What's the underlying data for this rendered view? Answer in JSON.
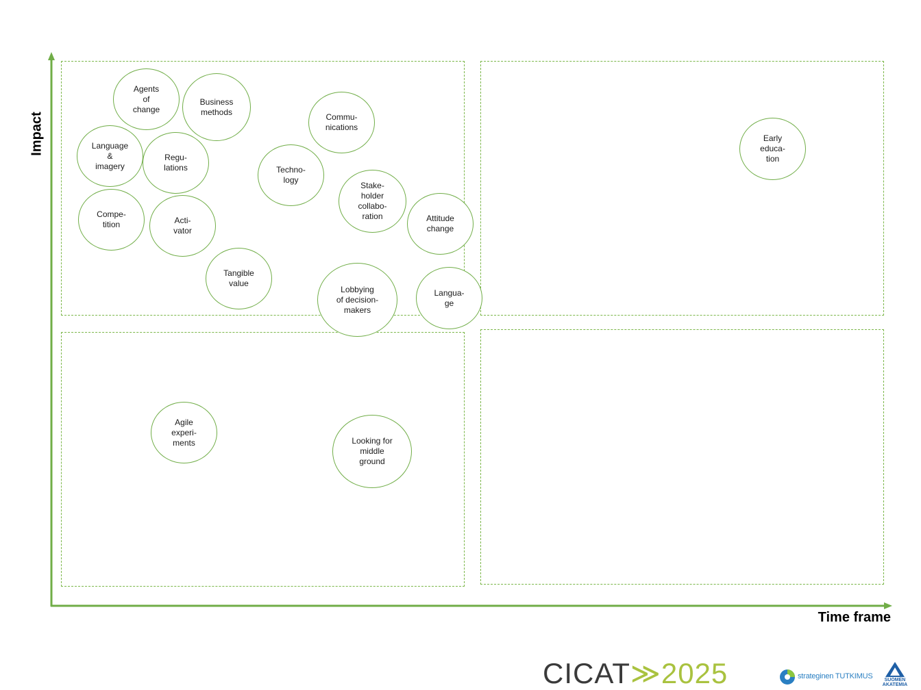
{
  "axes": {
    "y_label": "Impact",
    "x_label": "Time frame",
    "color": "#70ad47"
  },
  "bubbles": [
    {
      "name": "agents-of-change",
      "label": "Agents\nof\nchange"
    },
    {
      "name": "business-methods",
      "label": "Business\nmethods"
    },
    {
      "name": "communications",
      "label": "Commu-\nnications"
    },
    {
      "name": "language-imagery",
      "label": "Language\n&\nimagery"
    },
    {
      "name": "regulations",
      "label": "Regu-\nlations"
    },
    {
      "name": "technology",
      "label": "Techno-\nlogy"
    },
    {
      "name": "stakeholder-collaboration",
      "label": "Stake-\nholder\ncollabo-\nration"
    },
    {
      "name": "competition",
      "label": "Compe-\ntition"
    },
    {
      "name": "activator",
      "label": "Acti-\nvator"
    },
    {
      "name": "attitude-change",
      "label": "Attitude\nchange"
    },
    {
      "name": "tangible-value",
      "label": "Tangible\nvalue"
    },
    {
      "name": "lobbying",
      "label": "Lobbying\nof decision-\nmakers"
    },
    {
      "name": "language",
      "label": "Langua-\nge"
    },
    {
      "name": "early-education",
      "label": "Early\neduca-\ntion"
    },
    {
      "name": "agile-experiments",
      "label": "Agile\nexperi-\nments"
    },
    {
      "name": "looking-for-middle-ground",
      "label": "Looking for\nmiddle\nground"
    }
  ],
  "logos": {
    "cicat_part1": "CICAT",
    "cicat_part2": "≫2025",
    "strateginen": "strateginen TUTKIMUS",
    "suomen_akatemia": "SUOMEN\nAKATEMIA"
  }
}
